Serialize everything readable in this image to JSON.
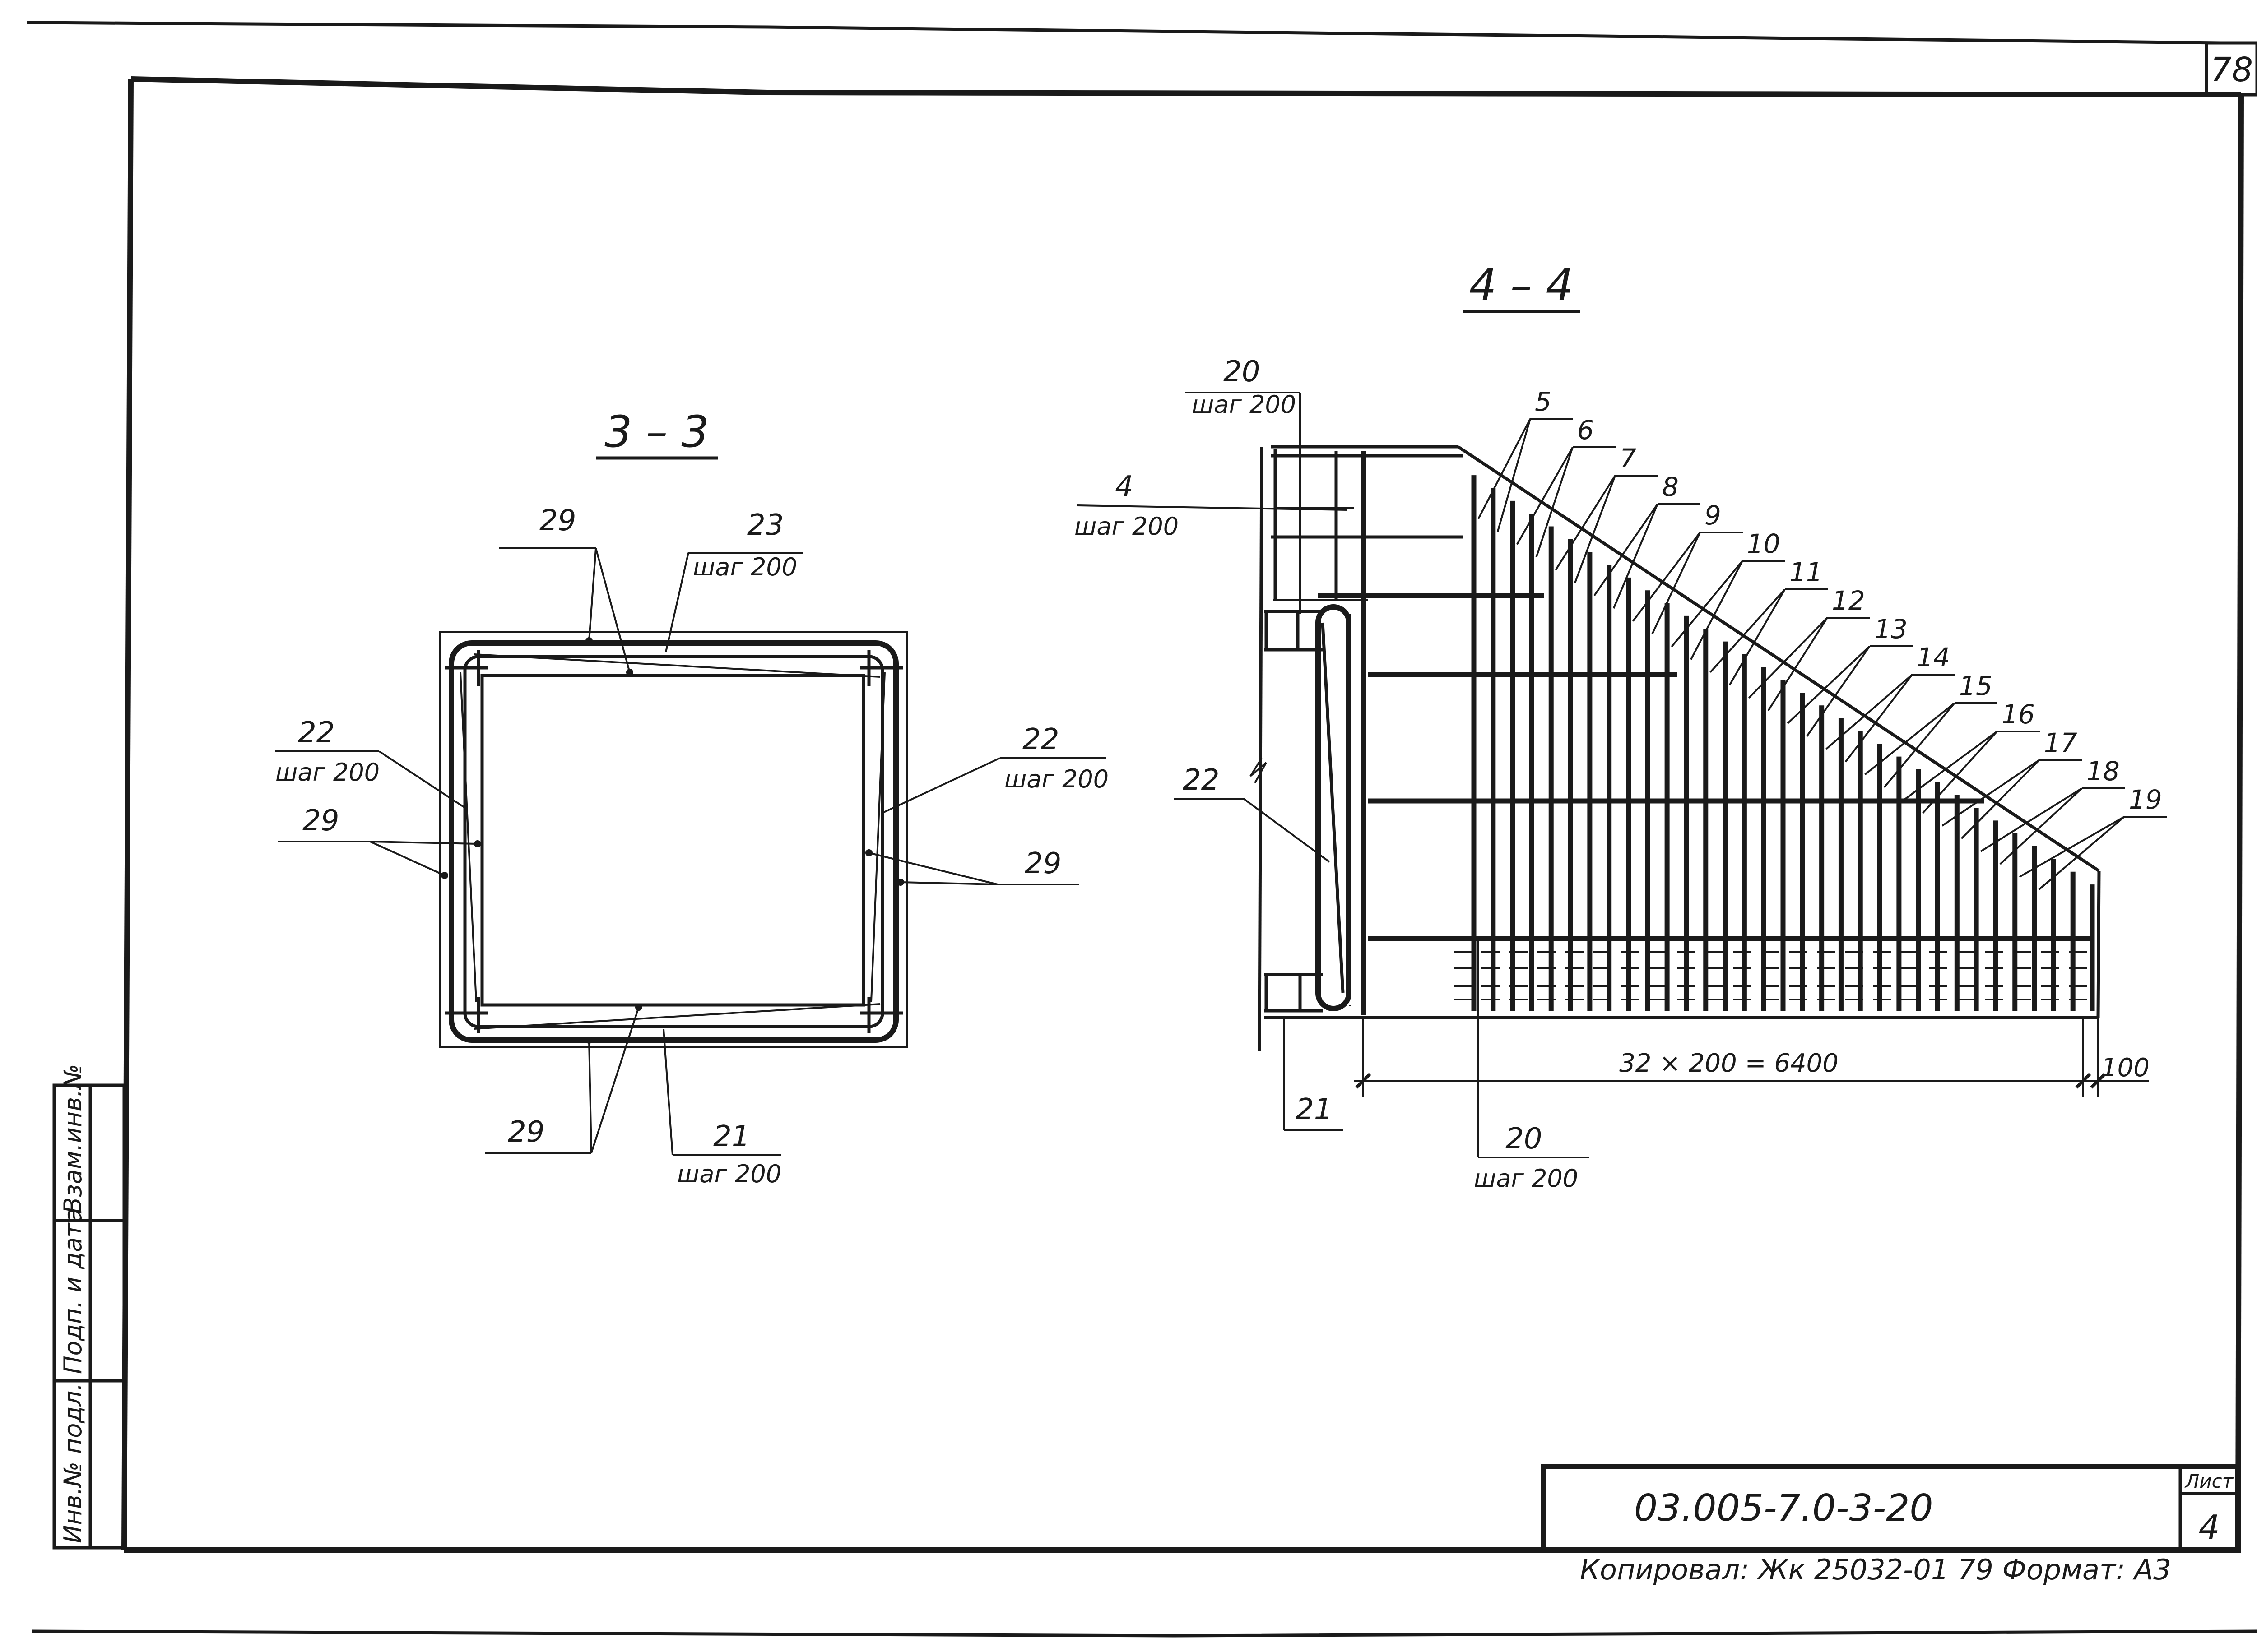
{
  "sheet": {
    "page_number": "78",
    "document_code": "03.005-7.0-3-20",
    "sheet_label": "Лист",
    "sheet_number": "4",
    "footer": "Копировал: Жк 25032-01 79 Формат: А3"
  },
  "side_stamp": {
    "inv_no_original": "Инв.№ подл.",
    "sign_and_date": "Подп. и дата",
    "replaces_inv_no": "Взам.инв.№"
  },
  "section_3_3": {
    "title": "3 – 3",
    "label_top_29": "29",
    "label_top_23": "23",
    "label_top_23_step": "шаг 200",
    "label_left_22": "22",
    "label_left_22_step": "шаг 200",
    "label_left_29": "29",
    "label_right_22": "22",
    "label_right_22_step": "шаг 200",
    "label_right_29": "29",
    "label_bottom_29": "29",
    "label_bottom_21": "21",
    "label_bottom_21_step": "шаг 200"
  },
  "section_4_4": {
    "title": "4 – 4",
    "label_20_top": "20",
    "label_20_top_step": "шаг 200",
    "label_4": "4",
    "label_4_step": "шаг 200",
    "label_22": "22",
    "label_21": "21",
    "label_20_bottom": "20",
    "label_20_bottom_step": "шаг 200",
    "bar_marks": [
      "5",
      "6",
      "7",
      "8",
      "9",
      "10",
      "11",
      "12",
      "13",
      "14",
      "15",
      "16",
      "17",
      "18",
      "19"
    ],
    "dimension_main": "32 × 200 = 6400",
    "dimension_end": "100"
  }
}
